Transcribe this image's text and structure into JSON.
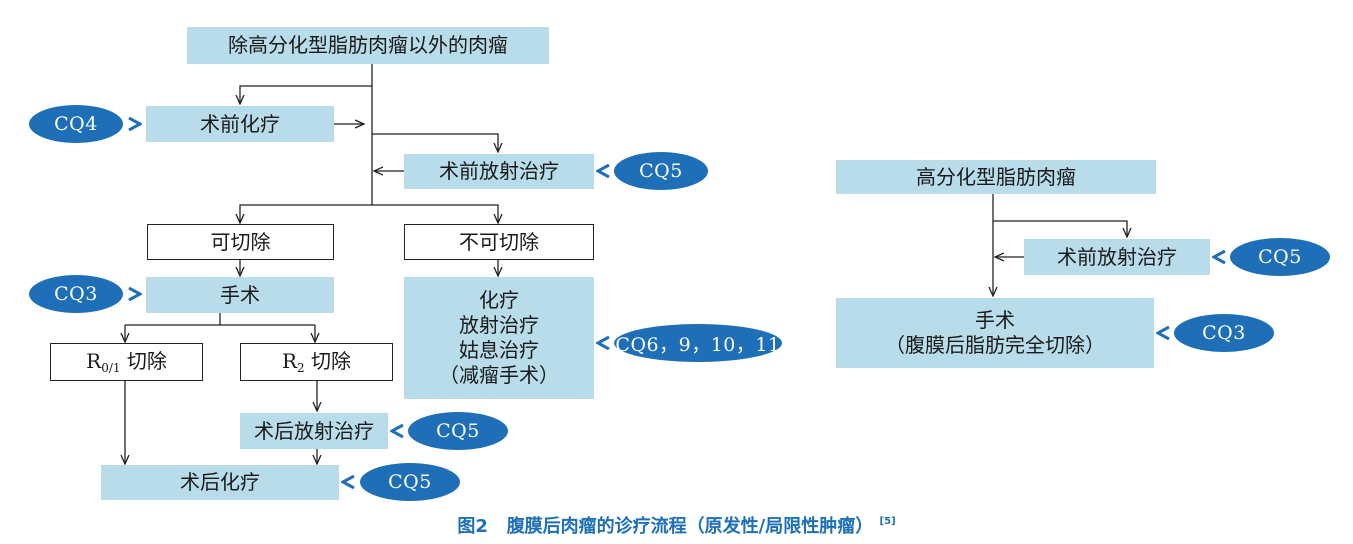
{
  "left_flow": {
    "top_box": "除高分化型脂肪肉瘤以外的肉瘤",
    "preop_chemo": "术前化疗",
    "preop_radio": "术前放射治疗",
    "resectable": "可切除",
    "unresectable": "不可切除",
    "surgery": "手术",
    "r01_main": "R",
    "r01_sub": "0/1",
    "r01_tail": "切除",
    "r2_main": "R",
    "r2_sub": "2",
    "r2_tail": "切除",
    "postop_radio": "术后放射治疗",
    "postop_chemo": "术后化疗",
    "unresectable_options": [
      "化疗",
      "放射治疗",
      "姑息治疗",
      "（减瘤手术）"
    ]
  },
  "right_flow": {
    "top_box": "高分化型脂肪肉瘤",
    "preop_radio": "术前放射治疗",
    "surgery_line1": "手术",
    "surgery_line2": "（腹膜后脂肪完全切除）"
  },
  "cq_tags": {
    "cq4": "CQ4",
    "cq5_preop": "CQ5",
    "cq3_surgery": "CQ3",
    "cq6_multi": "CQ6，9，10，11",
    "cq5_postop_radio": "CQ5",
    "cq5_postop_chemo": "CQ5",
    "cq5_right": "CQ5",
    "cq3_right": "CQ3"
  },
  "colors": {
    "box_fill": "#b8dcea",
    "tag_fill": "#1e6fb8",
    "caption": "#1e6fb8",
    "line": "#222222"
  },
  "caption": {
    "label": "图2",
    "text": "腹膜后肉瘤的诊疗流程（原发性/局限性肿瘤）",
    "ref": "[5]"
  }
}
